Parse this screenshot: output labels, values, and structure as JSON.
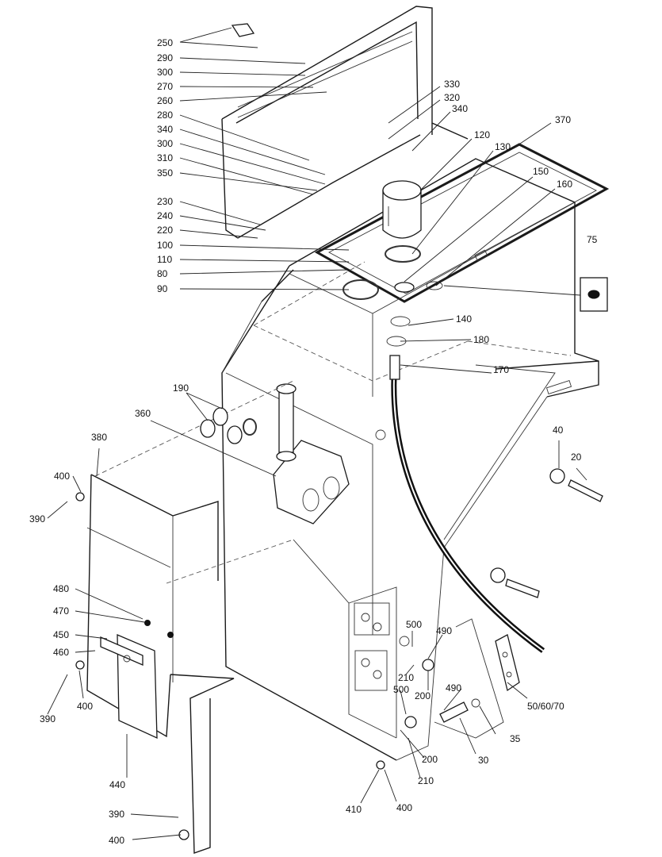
{
  "labels": {
    "l250": "250",
    "l290": "290",
    "l300a": "300",
    "l270": "270",
    "l260": "260",
    "l280": "280",
    "l340a": "340",
    "l300b": "300",
    "l310": "310",
    "l350": "350",
    "l230": "230",
    "l240": "240",
    "l220": "220",
    "l100": "100",
    "l110": "110",
    "l80": "80",
    "l90": "90",
    "l330": "330",
    "l320": "320",
    "l340b": "340",
    "l120": "120",
    "l130": "130",
    "l370": "370",
    "l150": "150",
    "l160": "160",
    "l75": "75",
    "l140": "140",
    "l180": "180",
    "l170": "170",
    "l190": "190",
    "l360": "360",
    "l380": "380",
    "l400a": "400",
    "l390a": "390",
    "l40": "40",
    "l20": "20",
    "l480": "480",
    "l470": "470",
    "l450": "450",
    "l460": "460",
    "l390b": "390",
    "l400b": "400",
    "l500a": "500",
    "l490a": "490",
    "l210a": "210",
    "l500b": "500",
    "l200a": "200",
    "l490b": "490",
    "l50": "50/60/70",
    "l35": "35",
    "l30": "30",
    "l200b": "200",
    "l210b": "210",
    "l410": "410",
    "l400c": "400",
    "l440": "440",
    "l390c": "390",
    "l400d": "400"
  }
}
